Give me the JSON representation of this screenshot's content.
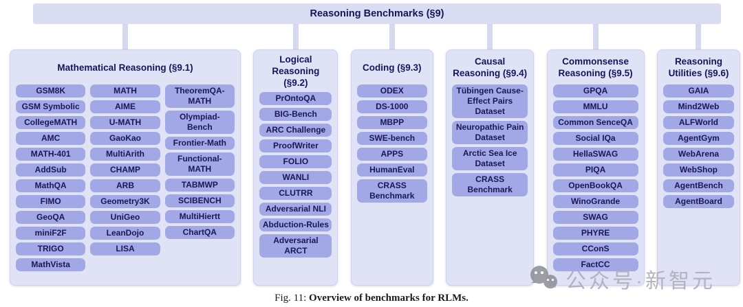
{
  "header": {
    "title": "Reasoning Benchmarks (§9)"
  },
  "categories": [
    {
      "title": "Mathematical Reasoning (§9.1)",
      "columns": [
        [
          "GSM8K",
          "GSM Symbolic",
          "CollegeMATH",
          "AMC",
          "MATH-401",
          "AddSub",
          "MathQA",
          "FIMO",
          "GeoQA",
          "miniF2F",
          "TRIGO",
          "MathVista"
        ],
        [
          "MATH",
          "AIME",
          "U-MATH",
          "GaoKao",
          "MultiArith",
          "CHAMP",
          "ARB",
          "Geometry3K",
          "UniGeo",
          "LeanDojo",
          "LISA"
        ],
        [
          "TheoremQA-MATH",
          "Olympiad-Bench",
          "Frontier-Math",
          "Functional-MATH",
          "TABMWP",
          "SCIBENCH",
          "MultiHiertt",
          "ChartQA"
        ]
      ]
    },
    {
      "title": "Logical Reasoning (§9.2)",
      "columns": [
        [
          "PrOntoQA",
          "BIG-Bench",
          "ARC Challenge",
          "ProofWriter",
          "FOLIO",
          "WANLI",
          "CLUTRR",
          "Adversarial NLI",
          "Abduction-Rules",
          "Adversarial ARCT"
        ]
      ]
    },
    {
      "title": "Coding (§9.3)",
      "columns": [
        [
          "ODEX",
          "DS-1000",
          "MBPP",
          "SWE-bench",
          "APPS",
          "HumanEval",
          "CRASS Benchmark"
        ]
      ]
    },
    {
      "title": "Causal Reasoning (§9.4)",
      "columns": [
        [
          "Tübingen Cause-Effect Pairs Dataset",
          "Neuropathic Pain Dataset",
          "Arctic Sea Ice Dataset",
          "CRASS Benchmark"
        ]
      ]
    },
    {
      "title": "Commonsense Reasoning (§9.5)",
      "columns": [
        [
          "GPQA",
          "MMLU",
          "Common SenceQA",
          "Social IQa",
          "HellaSWAG",
          "PIQA",
          "OpenBookQA",
          "WinoGrande",
          "SWAG",
          "PHYRE",
          "CConS",
          "FactCC"
        ]
      ]
    },
    {
      "title": "Reasoning Utilities (§9.6)",
      "columns": [
        [
          "GAIA",
          "Mind2Web",
          "ALFWorld",
          "AgentGym",
          "WebArena",
          "WebShop",
          "AgentBench",
          "AgentBoard"
        ]
      ]
    }
  ],
  "caption": {
    "prefix": "Fig. 11:",
    "text": "Overview of benchmarks for RLMs."
  },
  "watermark": {
    "icon": "wechat-icon",
    "text": "公众号·新智元"
  },
  "colors": {
    "root_box": "#dadcf2",
    "panel_bg": "#e0e2f6",
    "pill_bg": "#a2a7e5",
    "text_navy": "#15155a",
    "watermark_gray": "#b2b2c0"
  }
}
